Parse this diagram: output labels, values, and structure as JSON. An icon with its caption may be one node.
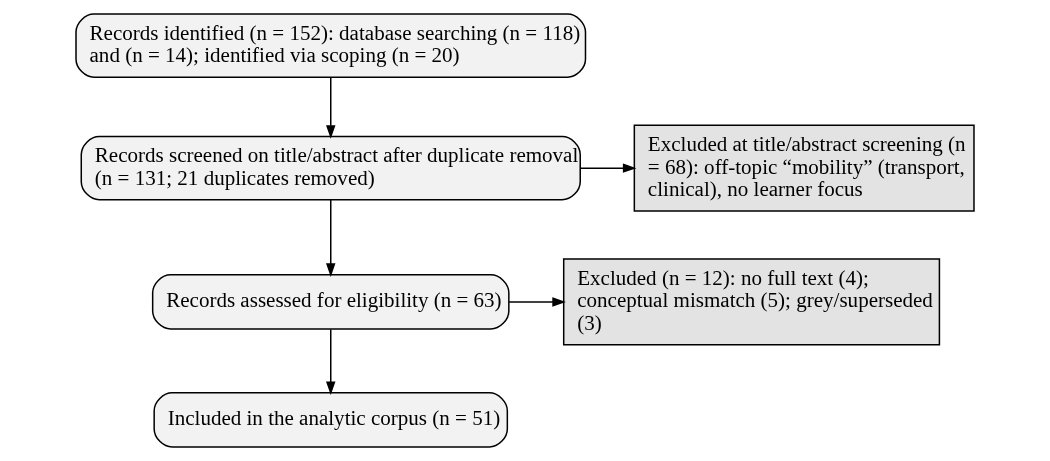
{
  "diagram": {
    "nodes": [
      {
        "text": [
          "Records identified (n = 152): database searching (n = 118) and (n = 14); identified via scoping (n = 20)"
        ]
      },
      {
        "text": [
          "Records screened on title/abstract after duplicate removal (n = 131; 21 duplicates removed)"
        ]
      },
      {
        "text": [
          "Excluded at title/abstract screening (n = 68): off-topic “mobility” (transport, clinical), no learner focus"
        ]
      },
      {
        "text": [
          "Records assessed for eligibility (n = 63)"
        ]
      },
      {
        "text": [
          "Excluded (n = 12): no full text (4); conceptual mismatch (5); grey/superseded (3)"
        ]
      },
      {
        "text": [
          "Included in the analytic corpus (n = 51)"
        ]
      }
    ],
    "edges": [
      {
        "from": 0,
        "to": 1,
        "arrow": "to"
      },
      {
        "from": 1,
        "to": 2,
        "arrow": "to"
      },
      {
        "from": 1,
        "to": 3,
        "arrow": "to"
      },
      {
        "from": 3,
        "to": 4,
        "arrow": "to"
      },
      {
        "from": 3,
        "to": 5,
        "arrow": "to"
      }
    ]
  }
}
